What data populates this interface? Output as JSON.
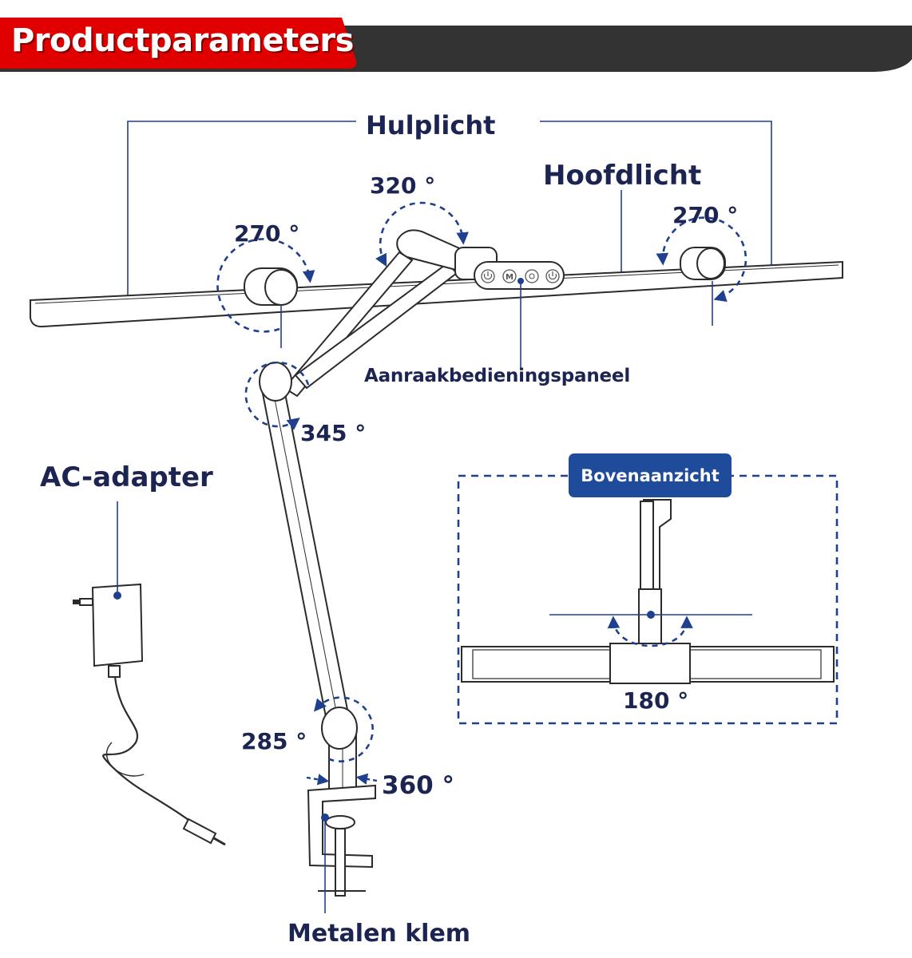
{
  "header": {
    "title": "Productparameters"
  },
  "labels": {
    "auxiliary_light": "Hulplicht",
    "main_light": "Hoofdlicht",
    "touch_panel": "Aanraakbedieningspaneel",
    "ac_adapter": "AC-adapter",
    "metal_clamp": "Metalen klem",
    "top_view": "Bovenaanzicht"
  },
  "angles": {
    "left_hinge": "270 °",
    "center_hinge": "320 °",
    "right_hinge": "270 °",
    "elbow": "345 °",
    "lower_joint": "285 °",
    "base_rotation": "360 °",
    "top_view_rotation": "180 °"
  },
  "touch_panel_icons": [
    "power-icon",
    "mode-icon",
    "brightness-icon",
    "power-icon"
  ],
  "touch_panel_mode_glyph": "M",
  "colors": {
    "header_red": "#e00000",
    "header_dark": "#333333",
    "label_navy": "#1c2452",
    "callout_blue": "#1f3f8f",
    "badge_blue": "#1f4c9a",
    "line_art": "#2b2b2b"
  }
}
